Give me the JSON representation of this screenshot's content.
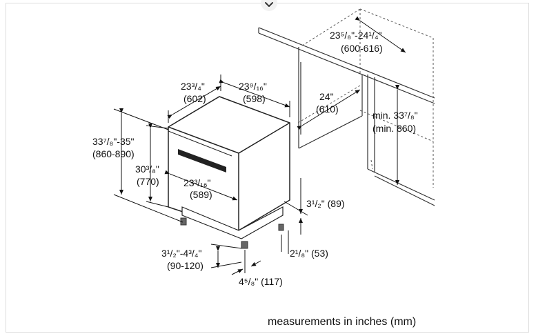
{
  "ui": {
    "scroll_icon": "chevron-down-icon"
  },
  "labels": {
    "depth_total": {
      "inch": "23³/₄\"",
      "mm": "(602)"
    },
    "depth_body": {
      "inch": "23⁹/₁₆\"",
      "mm": "(598)"
    },
    "niche_depth": {
      "inch": "23⁵/₈\"-24¹/₄\"",
      "mm": "(600-616)"
    },
    "niche_width": {
      "inch": "24\"",
      "mm": "(610)"
    },
    "niche_height": {
      "inch": "min. 33⁷/₈\"",
      "mm": "(min. 860)"
    },
    "total_height": {
      "inch": "33⁷/₈\"-35\"",
      "mm": "(860-890)"
    },
    "body_height": {
      "inch": "30³/₈\"",
      "mm": "(770)"
    },
    "body_width": {
      "inch": "23³/₁₆\"",
      "mm": "(589)"
    },
    "toe_kick_height": {
      "text": "3¹/₂\" (89)"
    },
    "toe_kick_depth": {
      "text": "2¹/₈\" (53)"
    },
    "leg_adjust": {
      "inch": "3¹/₂\"-4³/₄\"",
      "mm": "(90-120)"
    },
    "leg_setback": {
      "text": "4⁵/₈\" (117)"
    },
    "caption": "measurements in inches (mm)"
  }
}
